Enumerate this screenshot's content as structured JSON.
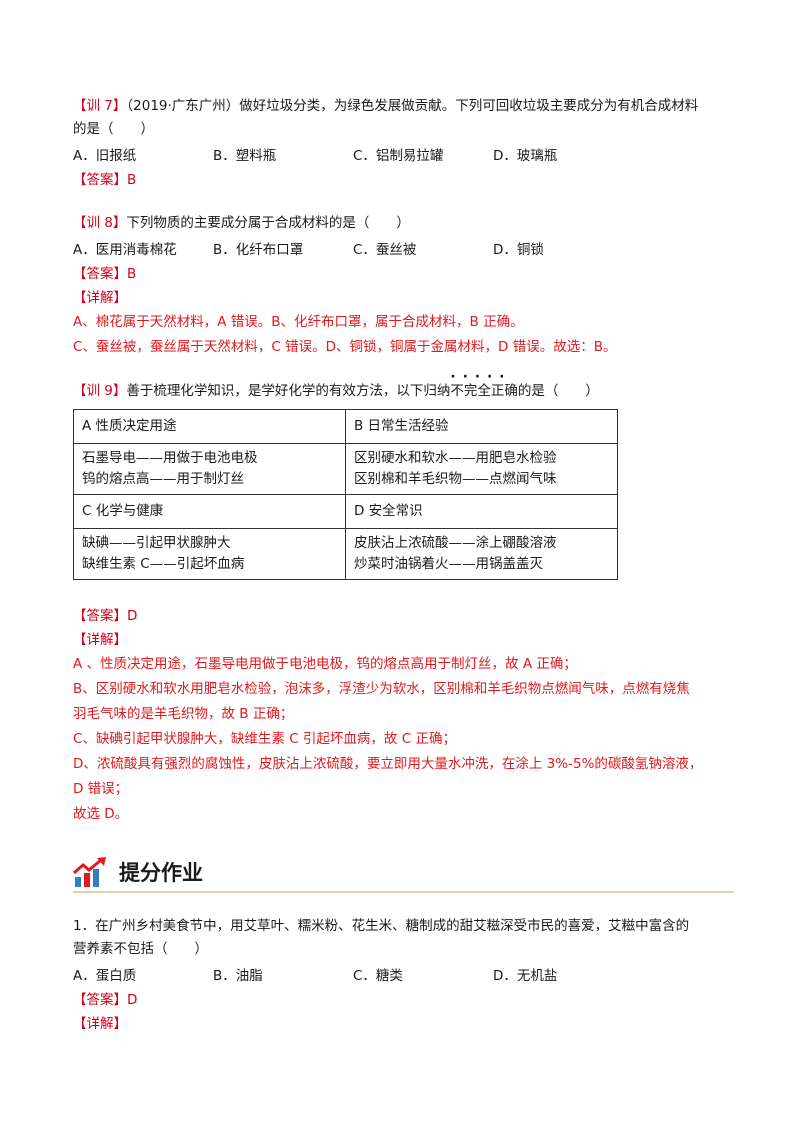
{
  "q7": {
    "tag": "【训 7】",
    "text": "（2019·广东广州）做好垃圾分类，为绿色发展做贡献。下列可回收垃圾主要成分为有机合成材料",
    "text2": "的是（　　）",
    "options": [
      "A．旧报纸",
      "B．塑料瓶",
      "C．铝制易拉罐",
      "D．玻璃瓶"
    ],
    "answer_tag": "【答案】",
    "answer": "B"
  },
  "q8": {
    "tag": "【训 8】",
    "text": "下列物质的主要成分属于合成材料的是（　　）",
    "options": [
      "A．医用消毒棉花",
      "B．化纤布口罩",
      "C．蚕丝被",
      "D．铜锁"
    ],
    "answer_tag": "【答案】",
    "answer": "B",
    "detail_tag": "【详解】",
    "detail": [
      "A、棉花属于天然材料，A 错误。B、化纤布口罩，属于合成材料，B 正确。",
      "C、蚕丝被，蚕丝属于天然材料，C 错误。D、铜锁，铜属于金属材料，D 错误。故选：B。"
    ]
  },
  "q9": {
    "tag": "【训 9】",
    "text_a": "善于梳理化学知识，是学好化学的有效方法，以下归纳",
    "text_emph": "不完全正确",
    "text_b": "的是（　　）",
    "table": {
      "a_head": "A 性质决定用途",
      "a_body": [
        "石墨导电——用做于电池电极",
        "钨的熔点高——用于制灯丝"
      ],
      "b_head": "B 日常生活经验",
      "b_body": [
        "区别硬水和软水——用肥皂水检验",
        "区别棉和羊毛织物——点燃闻气味"
      ],
      "c_head": "C 化学与健康",
      "c_body": [
        "缺碘——引起甲状腺肿大",
        "缺维生素 C——引起坏血病"
      ],
      "d_head": "D 安全常识",
      "d_body": [
        "皮肤沾上浓硫酸——涂上硼酸溶液",
        "炒菜时油锅着火——用锅盖盖灭"
      ]
    },
    "answer_tag": "【答案】",
    "answer": "D",
    "detail_tag": "【详解】",
    "detail": [
      "A 、性质决定用途，石墨导电用做于电池电极，钨的熔点高用于制灯丝，故 A 正确；",
      "B、区别硬水和软水用肥皂水检验，泡沫多，浮渣少为软水，区别棉和羊毛织物点燃闻气味，点燃有烧焦",
      "羽毛气味的是羊毛织物，故 B 正确；",
      "C、缺碘引起甲状腺肿大，缺维生素 C 引起坏血病，故 C 正确；",
      "D、浓硫酸具有强烈的腐蚀性，皮肤沾上浓硫酸，要立即用大量水冲洗，在涂上 3%-5%的碳酸氢钠溶液，",
      "D 错误；",
      "故选 D。"
    ]
  },
  "section": {
    "title": "提分作业"
  },
  "hw1": {
    "text": "1．在广州乡村美食节中，用艾草叶、糯米粉、花生米、糖制成的甜艾糍深受市民的喜爱，艾糍中富含的",
    "text2": "营养素不包括（　　）",
    "options": [
      "A．蛋白质",
      "B．油脂",
      "C．糖类",
      "D．无机盐"
    ],
    "answer_tag": "【答案】",
    "answer": "D",
    "detail_tag": "【详解】"
  }
}
